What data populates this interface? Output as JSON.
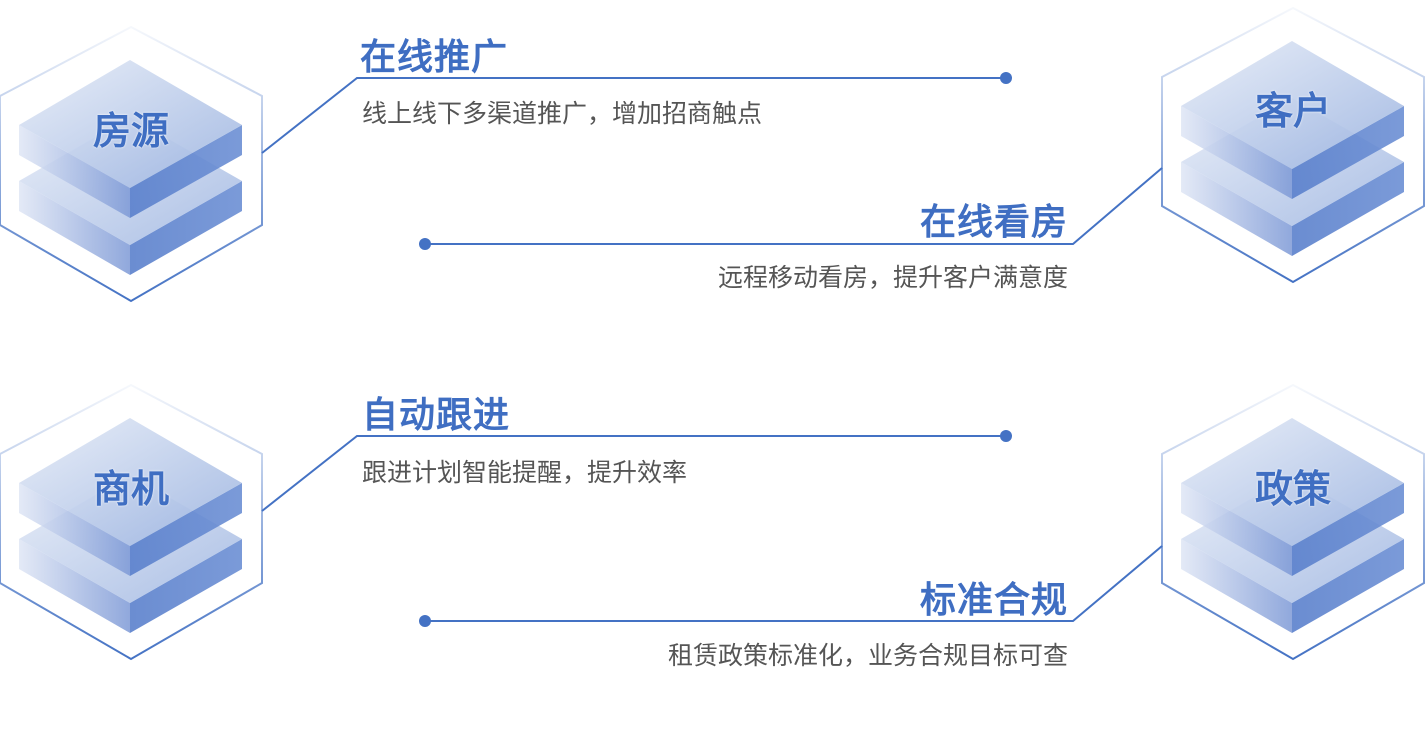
{
  "colors": {
    "accent": "#4472c4",
    "text": "#555555"
  },
  "nodes": [
    {
      "label": "房源"
    },
    {
      "label": "客户"
    },
    {
      "label": "商机"
    },
    {
      "label": "政策"
    }
  ],
  "features": [
    {
      "title": "在线推广",
      "desc": "线上线下多渠道推广，增加招商触点"
    },
    {
      "title": "在线看房",
      "desc": "远程移动看房，提升客户满意度"
    },
    {
      "title": "自动跟进",
      "desc": "跟进计划智能提醒，提升效率"
    },
    {
      "title": "标准合规",
      "desc": "租赁政策标准化，业务合规目标可查"
    }
  ]
}
